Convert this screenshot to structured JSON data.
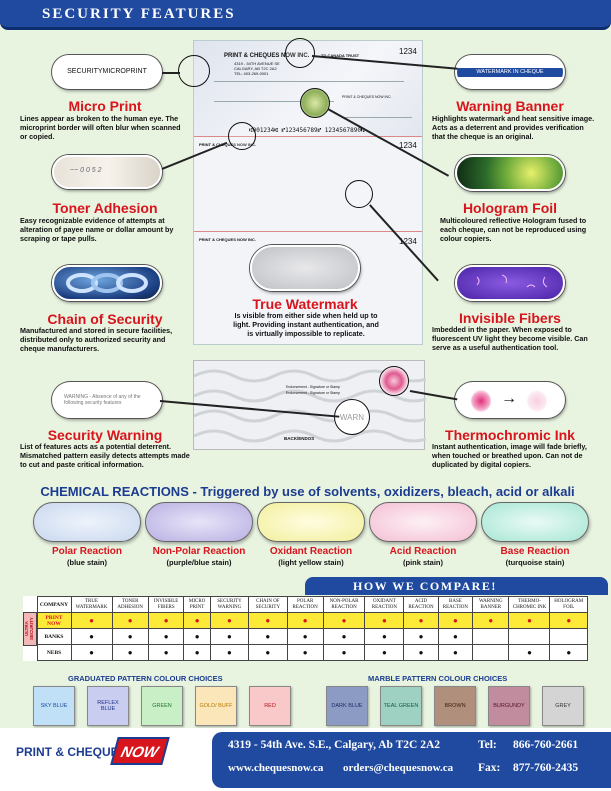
{
  "header": {
    "title": "SECURITY FEATURES"
  },
  "features": {
    "micro_print": {
      "pill_text": "SECURITYMICROPRINT",
      "title": "Micro Print",
      "desc": "Lines appear as broken to the human eye.  The microprint border will often blur when scanned or copied."
    },
    "toner_adhesion": {
      "title": "Toner Adhesion",
      "desc": "Easy recognizable evidence of attempts at alteration of payee name or dollar amount by scraping or tape pulls."
    },
    "chain_of_security": {
      "title": "Chain of Security",
      "desc": "Manufactured and stored in secure facilities, distributed only to authorized security and cheque manufacturers."
    },
    "security_warning": {
      "pill_text": "WARNING - Absence of any of the following security features",
      "title": "Security Warning",
      "desc": "List of features acts as a potential deterrent. Mismatched pattern easily detects attempts made to cut and paste critical information."
    },
    "warning_banner": {
      "pill_text": "WATERMARK IN CHEQUE",
      "title": "Warning Banner",
      "desc": "Highlights watermark and heat sensitive image.  Acts as a deterrent and provides verification that the cheque is an original."
    },
    "hologram_foil": {
      "title": "Hologram Foil",
      "desc": "Multicoloured reflective Hologram fused to each cheque, can not be reproduced using colour copiers."
    },
    "invisible_fibers": {
      "title": "Invisible Fibers",
      "desc": "Imbedded in the paper.  When exposed to fluorescent UV light they become visible. Can serve as a useful authentication tool."
    },
    "thermochromic_ink": {
      "title": "Thermochromic Ink",
      "desc": "Instant authentication, image will fade briefly, when touched or breathed upon. Can not de duplicated by digital copiers."
    },
    "true_watermark": {
      "title": "True Watermark",
      "desc": "Is visible from either side when held up to light.  Providing instant authentication, and is virtually impossible to replicate."
    }
  },
  "cheque": {
    "company": "PRINT & CHEQUES NOW INC.",
    "address1": "4319 - 54TH AVENUE SE",
    "address2": "CALGARY, AB  T2C 2A2",
    "phone": "TEL: 403-269-0001",
    "bank": "TD CANADA TRUST",
    "number": "1234",
    "micr": "⑆001234⑆  ⑈123456789⑈  1234567890⑆",
    "sign_label": "PRINT & CHEQUES NOW INC.",
    "back_label": "BACK/ENDOS",
    "endorse1": "Endorsement - Signature or Stamp",
    "endorse2": "Endorsement - Signature or Stamp",
    "warn_text": "WARN"
  },
  "chemical": {
    "title": "CHEMICAL REACTIONS - Triggered by use of solvents, oxidizers, bleach, acid or alkali",
    "items": [
      {
        "name": "Polar Reaction",
        "sub": "(blue stain)"
      },
      {
        "name": "Non-Polar Reaction",
        "sub": "(purple/blue stain)"
      },
      {
        "name": "Oxidant Reaction",
        "sub": "(light yellow stain)"
      },
      {
        "name": "Acid Reaction",
        "sub": "(pink stain)"
      },
      {
        "name": "Base Reaction",
        "sub": "(turquoise stain)"
      }
    ]
  },
  "compare": {
    "title": "HOW WE COMPARE!",
    "side_label": "ULTRA SECURITY",
    "columns": [
      "COMPANY",
      "TRUE WATERMARK",
      "TONER ADHESION",
      "INVISIBLE FIBERS",
      "MICRO PRINT",
      "SECURITY WARNING",
      "CHAIN OF SECURITY",
      "POLAR REACTION",
      "NON-POLAR REACTION",
      "OXIDANT REACTION",
      "ACID REACTION",
      "BASE REACTION",
      "WARNING BANNER",
      "THERMO-CHROMIC INK",
      "HOLOGRAM FOIL"
    ],
    "rows": [
      {
        "company": "PRINT NOW",
        "marks": [
          1,
          1,
          1,
          1,
          1,
          1,
          1,
          1,
          1,
          1,
          1,
          1,
          1,
          1
        ]
      },
      {
        "company": "BANKS",
        "marks": [
          1,
          1,
          1,
          1,
          1,
          1,
          1,
          1,
          1,
          1,
          1,
          0,
          0,
          0
        ]
      },
      {
        "company": "NEBS",
        "marks": [
          1,
          1,
          1,
          1,
          1,
          1,
          1,
          1,
          1,
          1,
          1,
          0,
          1,
          1
        ]
      }
    ]
  },
  "patterns": {
    "graduated_title": "GRADUATED PATTERN COLOUR CHOICES",
    "marble_title": "MARBLE PATTERN COLOUR CHOICES",
    "graduated": [
      {
        "label": "SKY BLUE",
        "color": "#bfe0f6",
        "text": "#1f4aa0"
      },
      {
        "label": "REFLEX BLUE",
        "color": "#c9cdf0",
        "text": "#1b2e8a"
      },
      {
        "label": "GREEN",
        "color": "#c9efc6",
        "text": "#1b7a2a"
      },
      {
        "label": "GOLD/ BUFF",
        "color": "#fbe6b9",
        "text": "#b67a00"
      },
      {
        "label": "RED",
        "color": "#f9c9c9",
        "text": "#c0141c"
      }
    ],
    "marble": [
      {
        "label": "DARK BLUE",
        "color": "#8c9bc4",
        "text": "#1b2e6a"
      },
      {
        "label": "TEAL GREEN",
        "color": "#9fd1c3",
        "text": "#0f5a46"
      },
      {
        "label": "BROWN",
        "color": "#b08f7c",
        "text": "#3a1f10"
      },
      {
        "label": "BURGUNDY",
        "color": "#c08c9e",
        "text": "#5a0f2a"
      },
      {
        "label": "GREY",
        "color": "#d4d4d4",
        "text": "#333333"
      }
    ]
  },
  "footer": {
    "logo_left": "PRINT & CHEQUES",
    "logo_now": "NOW",
    "address": "4319 - 54th Ave. S.E., Calgary, Ab  T2C 2A2",
    "web": "www.chequesnow.ca",
    "email": "orders@chequesnow.ca",
    "tel_label": "Tel:",
    "tel": "866-760-2661",
    "fax_label": "Fax:",
    "fax": "877-760-2435"
  },
  "colors": {
    "brand_blue": "#1f4aa0",
    "accent_red": "#d8141c",
    "highlight_yellow": "#fde938"
  }
}
